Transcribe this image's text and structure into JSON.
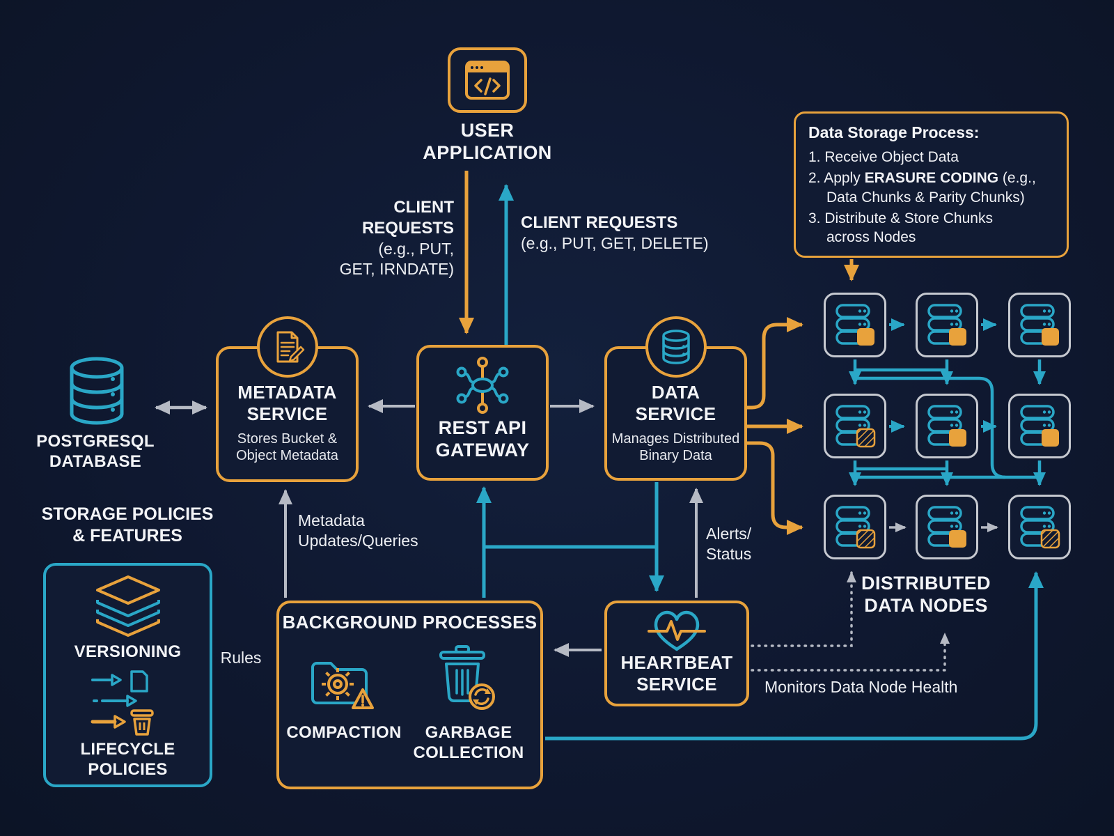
{
  "colors": {
    "orange": "#E8A23C",
    "teal": "#2AA7C7",
    "gray": "#B6BAC4",
    "background": "#0F1830",
    "node_border": "#C6C9D0",
    "text": "#F3F4F7"
  },
  "user_application": {
    "line1": "USER",
    "line2": "APPLICATION"
  },
  "client_requests_left": {
    "line1": "CLIENT",
    "line2": "REQUESTS",
    "line3": "(e.g., PUT,",
    "line4": "GET, IRNDATE)"
  },
  "client_requests_right": {
    "line1": "CLIENT REQUESTS",
    "line2": "(e.g., PUT, GET, DELETE)"
  },
  "storage_process": {
    "title": "Data Storage Process:",
    "item1": "1. Receive Object Data",
    "item2_prefix": "2. Apply ",
    "item2_bold": "ERASURE CODING",
    "item2_suffix": " (e.g.,",
    "item2_line2": "Data Chunks & Parity Chunks)",
    "item3_line1": "3. Distribute & Store Chunks",
    "item3_line2": "across Nodes"
  },
  "rest_api_gateway": {
    "line1": "REST API",
    "line2": "GATEWAY"
  },
  "metadata_service": {
    "line1": "METADATA",
    "line2": "SERVICE",
    "subtitle_line1": "Stores Bucket &",
    "subtitle_line2": "Object Metadata"
  },
  "data_service": {
    "line1": "DATA",
    "line2": "SERVICE",
    "subtitle_line1": "Manages Distributed",
    "subtitle_line2": "Binary Data"
  },
  "postgresql": {
    "line1": "POSTGRESQL",
    "line2": "DATABASE"
  },
  "background_processes": {
    "title": "BACKGROUND PROCESSES",
    "compaction_label": "COMPACTION",
    "garbage_line1": "GARBAGE",
    "garbage_line2": "COLLECTION"
  },
  "heartbeat_service": {
    "line1": "HEARTBEAT",
    "line2": "SERVICE"
  },
  "storage_policies": {
    "title_line1": "STORAGE POLICIES",
    "title_line2": "& FEATURES",
    "versioning_label": "VERSIONING",
    "lifecycle_line1": "LIFECYCLE",
    "lifecycle_line2": "POLICIES"
  },
  "edge_labels": {
    "metadata_line1": "Metadata",
    "metadata_line2": "Updates/Queries",
    "alerts_line1": "Alerts/",
    "alerts_line2": "Status",
    "rules": "Rules",
    "monitors": "Monitors Data Node Health"
  },
  "distributed_nodes": {
    "label_line1": "DISTRIBUTED",
    "label_line2": "DATA NODES",
    "grid": [
      [
        "solid",
        "solid",
        "solid"
      ],
      [
        "hatched",
        "solid",
        "solid"
      ],
      [
        "hatched",
        "solid",
        "hatched"
      ]
    ]
  }
}
